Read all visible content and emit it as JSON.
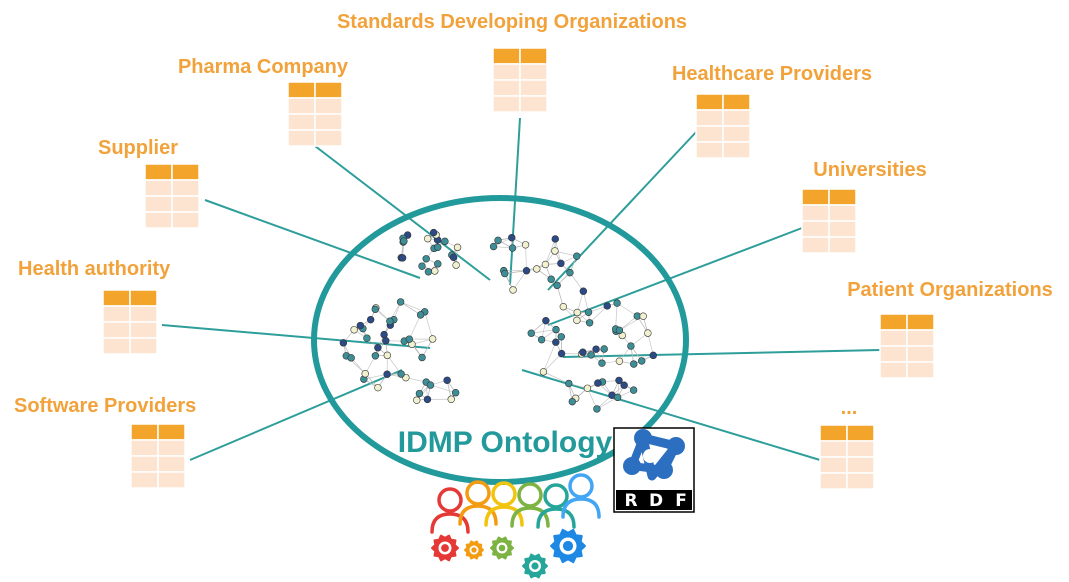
{
  "colors": {
    "label": "#F2A23B",
    "table_header": "#F2A42B",
    "table_row": "#FCE4D0",
    "table_border": "#FFFFFF",
    "connector": "#2E9E9A",
    "ellipse": "#22999B",
    "node_dark": "#2B4A86",
    "node_teal": "#3E8E97",
    "node_light": "#F1F1CF",
    "edge": "#B9B9B9",
    "rdf_blue": "#2C6FC0",
    "rdf_bg": "#000000",
    "center_title": "#22999B"
  },
  "diagram": {
    "center_title": "IDMP Ontology",
    "stakeholders": [
      {
        "id": "sdo",
        "label": "Standards Developing Organizations"
      },
      {
        "id": "pharma",
        "label": "Pharma Company"
      },
      {
        "id": "healthcare",
        "label": "Healthcare Providers"
      },
      {
        "id": "supplier",
        "label": "Supplier"
      },
      {
        "id": "universities",
        "label": "Universities"
      },
      {
        "id": "health-authority",
        "label": "Health authority"
      },
      {
        "id": "patient-org",
        "label": "Patient Organizations"
      },
      {
        "id": "software",
        "label": "Software Providers"
      },
      {
        "id": "more",
        "label": "..."
      }
    ],
    "rdf_logo": {
      "letters": [
        "R",
        "D",
        "F"
      ],
      "icon": "rdf-logo-icon"
    },
    "community_icon": "collaboration-gears-icon"
  }
}
